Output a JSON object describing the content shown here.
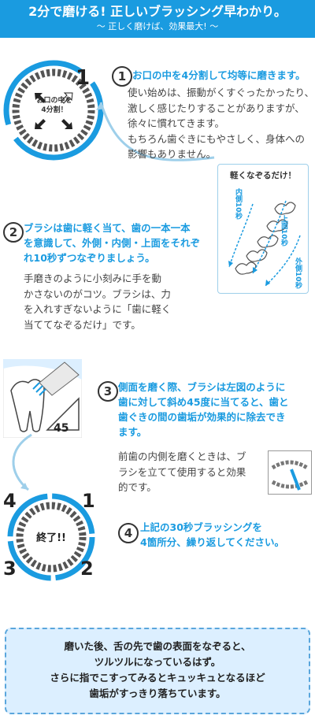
{
  "header": {
    "title": "2分で磨ける! 正しいブラッシング早わかり。",
    "subtitle": "〜 正しく磨けば、効果最大! 〜"
  },
  "steps": [
    {
      "number": "1",
      "heading": "お口の中を4分割して均等に磨きます。",
      "body": [
        "使い始めは、振動がくすぐったかったり、",
        "激しく感じたりすることがありますが、",
        "徐々に慣れてきます。",
        "もちろん歯ぐきにもやさしく、身体への",
        "影響もありません。"
      ]
    },
    {
      "number": "2",
      "heading": [
        "ブラシは歯に軽く当て、歯の一本一本",
        "を意識して、外側・内側・上面をそれぞ",
        "れ10秒ずつなぞりましょう。"
      ],
      "body": [
        "手磨きのように小刻みに手を動",
        "かさないのがコツ。ブラシは、力",
        "を入れすぎないように「歯に軽く",
        "当ててなぞるだけ」です。"
      ]
    },
    {
      "number": "3",
      "heading": [
        "側面を磨く際、ブラシは左図のように",
        "歯に対して斜め45度に当てると、歯と",
        "歯ぐきの間の歯垢が効果的に除去でき",
        "ます。"
      ],
      "body": [
        "前歯の内側を磨くときは、ブ",
        "ラシを立てて使用すると効果",
        "的です。"
      ]
    },
    {
      "number": "4",
      "heading": [
        "上記の30秒ブラッシングを",
        "4箇所分、繰り返してください。"
      ]
    }
  ],
  "diagram1": {
    "quadrant": "1",
    "center_text": [
      "お口の中を",
      "4分割！"
    ]
  },
  "panel": {
    "title": "軽くなぞるだけ！",
    "inner_label": "内側10秒",
    "top_label": "上面10秒",
    "outer_label": "外側10秒"
  },
  "angle": {
    "value": "45"
  },
  "diagram4": {
    "quadrants": [
      "4",
      "1",
      "3",
      "2"
    ],
    "center_text": "終了!!"
  },
  "final_note": {
    "lines": [
      "磨いた後、舌の先で歯の表面をなぞると、",
      "ツルツルになっているはず。",
      "さらに指でこすってみるとキュッキュとなるほど",
      "歯垢がすっきり落ちています。"
    ]
  },
  "colors": {
    "accent": "#1a9be0",
    "final_bg": "#dcefff"
  }
}
